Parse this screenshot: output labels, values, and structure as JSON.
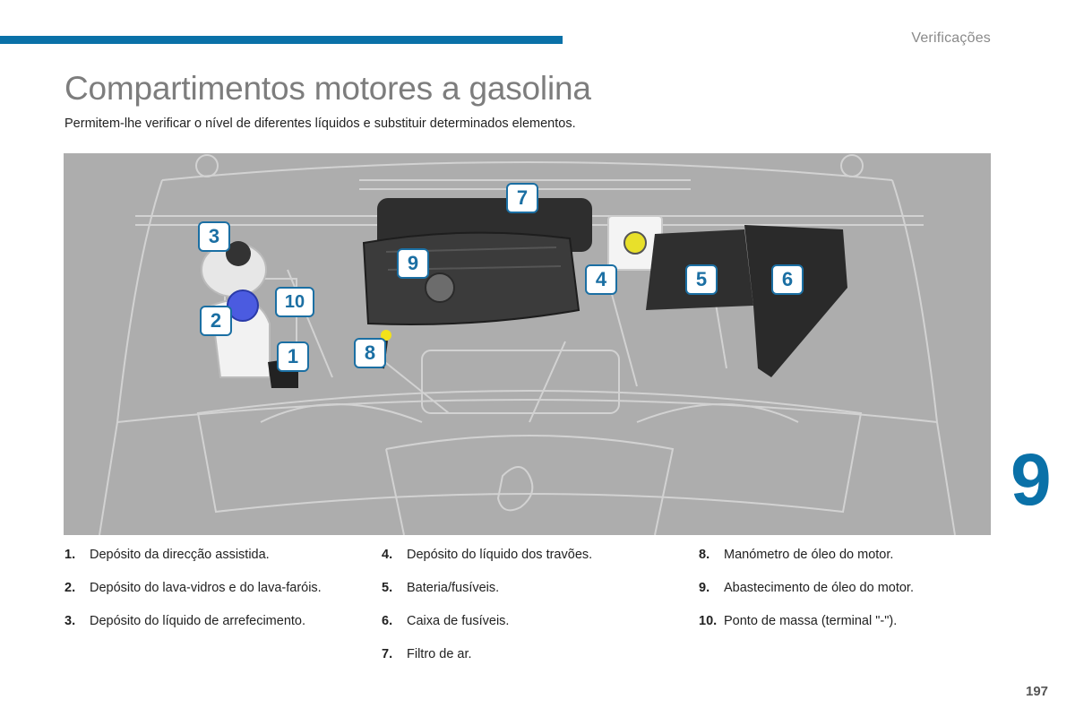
{
  "header": {
    "section": "Verificações"
  },
  "page": {
    "title": "Compartimentos motores a gasolina",
    "intro": "Permitem-lhe verificar o nível de diferentes líquidos e substituir determinados elementos.",
    "chapter": "9",
    "page_number": "197"
  },
  "diagram": {
    "callouts": [
      "1",
      "2",
      "3",
      "4",
      "5",
      "6",
      "7",
      "8",
      "9",
      "10"
    ]
  },
  "legend": {
    "col1": [
      {
        "num": "1.",
        "text": "Depósito da direcção assistida."
      },
      {
        "num": "2.",
        "text": "Depósito do lava-vidros e do lava-faróis."
      },
      {
        "num": "3.",
        "text": "Depósito do líquido de arrefecimento."
      }
    ],
    "col2": [
      {
        "num": "4.",
        "text": "Depósito do líquido dos travões."
      },
      {
        "num": "5.",
        "text": "Bateria/fusíveis."
      },
      {
        "num": "6.",
        "text": "Caixa de fusíveis."
      },
      {
        "num": "7.",
        "text": "Filtro de ar."
      }
    ],
    "col3": [
      {
        "num": "8.",
        "text": "Manómetro de óleo do motor."
      },
      {
        "num": "9.",
        "text": "Abastecimento de óleo do motor."
      },
      {
        "num": "10.",
        "text": "Ponto de massa (terminal \"-\")."
      }
    ]
  },
  "colors": {
    "accent": "#0a71a8",
    "figure_bg": "#adadad",
    "callout_fill": "#ffffff",
    "callout_text": "#1b6fa3"
  }
}
